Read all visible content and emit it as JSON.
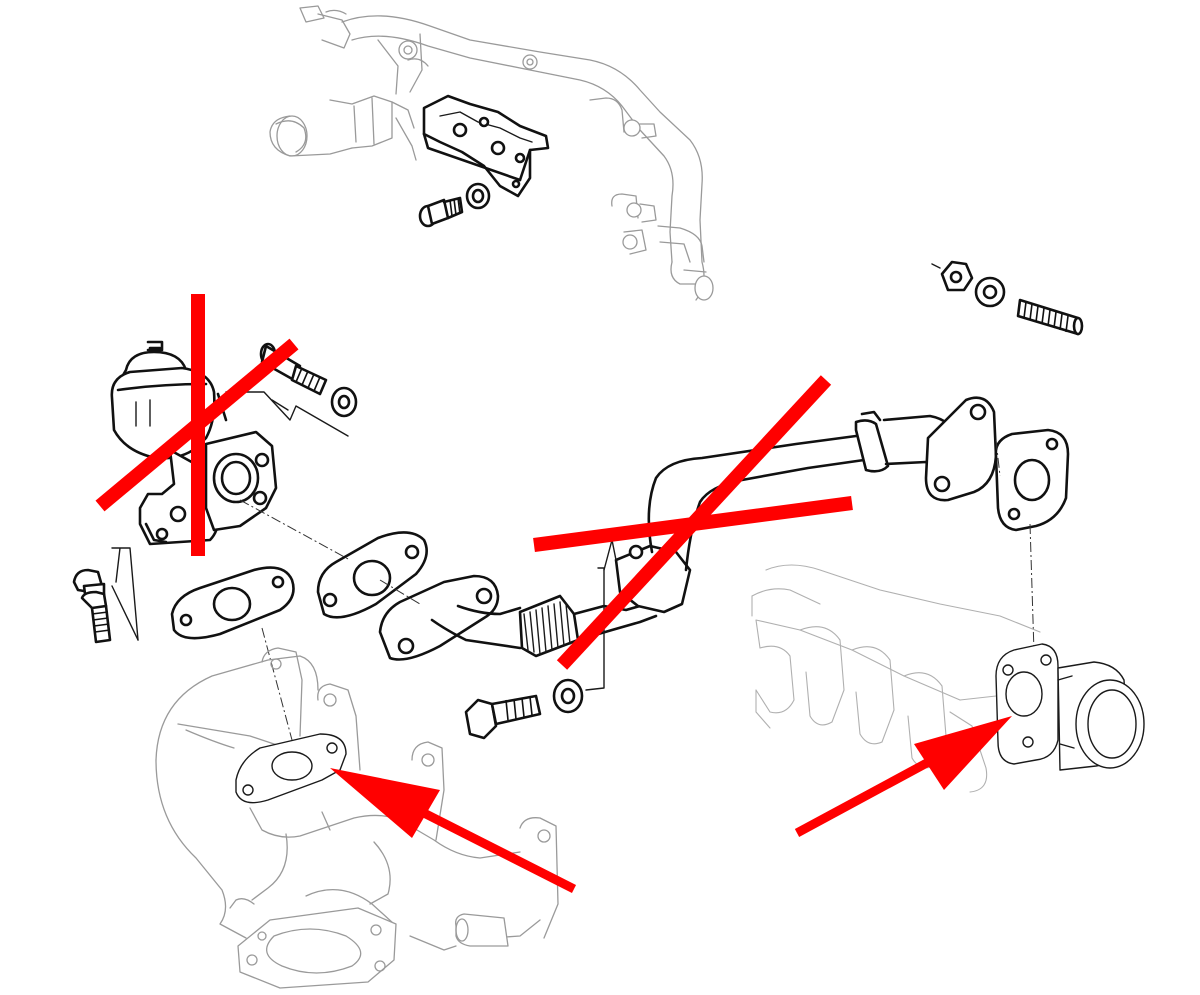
{
  "annotations": {
    "cross_color": "#ff0000",
    "arrow_color": "#ff0000",
    "crossed_parts": [
      "egr-valve",
      "egr-pipe"
    ],
    "arrow_targets": [
      "exhaust-manifold-egr-port",
      "intake-manifold-egr-port"
    ]
  },
  "style": {
    "line_color": "#111111",
    "faded_line_color": "#9a9a9a",
    "background": "#ffffff"
  }
}
